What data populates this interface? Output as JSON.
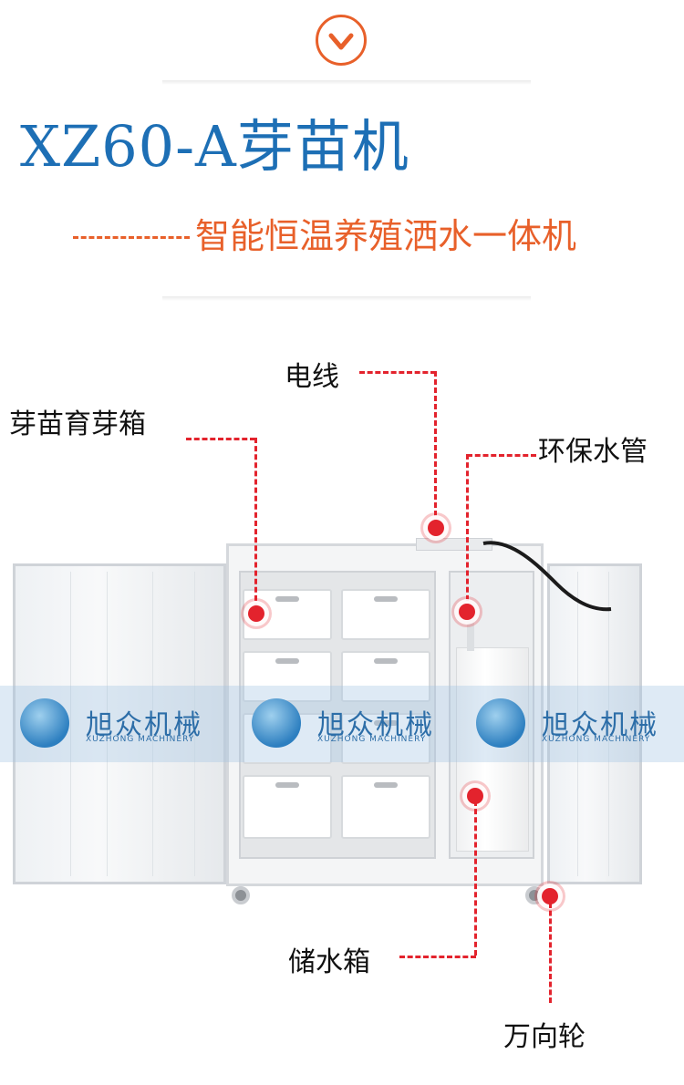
{
  "header": {
    "badge_icon": "chevron-down-icon",
    "title": "XZ60-A芽苗机",
    "subtitle": "智能恒温养殖洒水一体机"
  },
  "callouts": {
    "wire": "电线",
    "sprout_box": "芽苗育芽箱",
    "water_pipe": "环保水管",
    "water_tank": "储水箱",
    "caster": "万向轮"
  },
  "watermark": {
    "logo_icon": "globe-logo-icon",
    "name_cn": "旭众机械",
    "name_en": "XUZHONG MACHINERY"
  },
  "colors": {
    "accent": "#e8602a",
    "title": "#1d6fb5",
    "callout": "#e3232d"
  }
}
